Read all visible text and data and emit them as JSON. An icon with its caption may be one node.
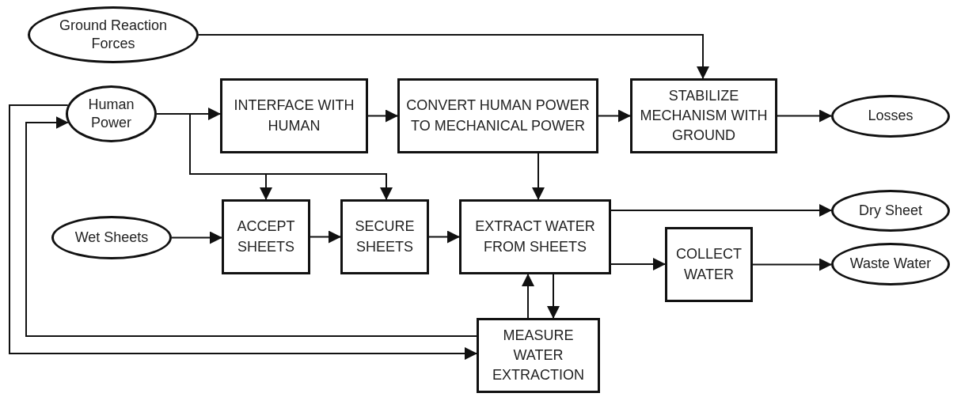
{
  "diagram": {
    "nodes": [
      {
        "text": [
          "Ground Reaction Forces"
        ]
      },
      {
        "text": [
          "Human Power"
        ]
      },
      {
        "text": [
          "INTERFACE WITH HUMAN"
        ]
      },
      {
        "text": [
          "CONVERT HUMAN POWER TO MECHANICAL POWER"
        ]
      },
      {
        "text": [
          "STABILIZE MECHANISM WITH GROUND"
        ]
      },
      {
        "text": [
          "Losses"
        ]
      },
      {
        "text": [
          "Wet Sheets"
        ]
      },
      {
        "text": [
          "ACCEPT SHEETS"
        ]
      },
      {
        "text": [
          "SECURE SHEETS"
        ]
      },
      {
        "text": [
          "EXTRACT WATER FROM SHEETS"
        ]
      },
      {
        "text": [
          "Dry Sheet"
        ]
      },
      {
        "text": [
          "COLLECT WATER"
        ]
      },
      {
        "text": [
          "Waste Water"
        ]
      },
      {
        "text": [
          "MEASURE WATER EXTRACTION"
        ]
      }
    ],
    "edges": [
      {
        "from": 0,
        "to": 4,
        "arrow": "to"
      },
      {
        "from": 1,
        "to": 2,
        "arrow": "to"
      },
      {
        "from": 2,
        "to": 3,
        "arrow": "to"
      },
      {
        "from": 3,
        "to": 4,
        "arrow": "to"
      },
      {
        "from": 4,
        "to": 5,
        "arrow": "to"
      },
      {
        "from": 1,
        "to": 7,
        "arrow": "to"
      },
      {
        "from": 1,
        "to": 8,
        "arrow": "to"
      },
      {
        "from": 3,
        "to": 9,
        "arrow": "to"
      },
      {
        "from": 6,
        "to": 7,
        "arrow": "to"
      },
      {
        "from": 7,
        "to": 8,
        "arrow": "to"
      },
      {
        "from": 8,
        "to": 9,
        "arrow": "to"
      },
      {
        "from": 9,
        "to": 10,
        "arrow": "to"
      },
      {
        "from": 9,
        "to": 11,
        "arrow": "to"
      },
      {
        "from": 11,
        "to": 12,
        "arrow": "to"
      },
      {
        "from": 13,
        "to": 9,
        "arrow": "to"
      },
      {
        "from": 9,
        "to": 13,
        "arrow": "to"
      },
      {
        "from": 13,
        "to": 1,
        "arrow": "to"
      },
      {
        "from": 1,
        "to": 13,
        "arrow": "to"
      }
    ]
  }
}
